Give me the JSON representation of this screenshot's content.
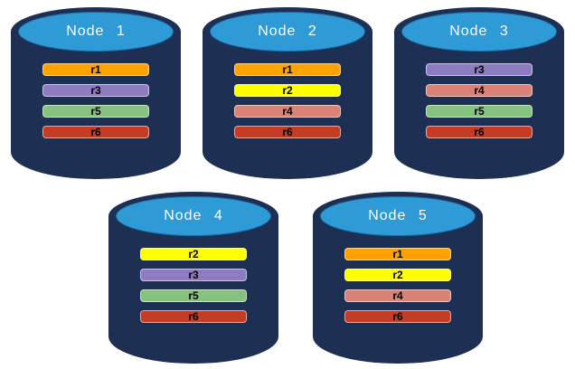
{
  "colors": {
    "background": "#FFFFFF",
    "cylinder_body": "#1E2F54",
    "cylinder_top": "#2E9BD6",
    "cylinder_top_border": "#1A6FA8",
    "title_text": "#FFFFFF",
    "replica_text": "#000000"
  },
  "replica_colors": {
    "r1": "#FFA200",
    "r2": "#FFFF00",
    "r3": "#8E7CC3",
    "r4": "#D98275",
    "r5": "#86C27F",
    "r6": "#C43C23"
  },
  "nodes": [
    {
      "title": "Node 1",
      "replicas": [
        "r1",
        "r3",
        "r5",
        "r6"
      ]
    },
    {
      "title": "Node 2",
      "replicas": [
        "r1",
        "r2",
        "r4",
        "r6"
      ]
    },
    {
      "title": "Node 3",
      "replicas": [
        "r3",
        "r4",
        "r5",
        "r6"
      ]
    },
    {
      "title": "Node 4",
      "replicas": [
        "r2",
        "r3",
        "r5",
        "r6"
      ]
    },
    {
      "title": "Node 5",
      "replicas": [
        "r1",
        "r2",
        "r4",
        "r6"
      ]
    }
  ]
}
